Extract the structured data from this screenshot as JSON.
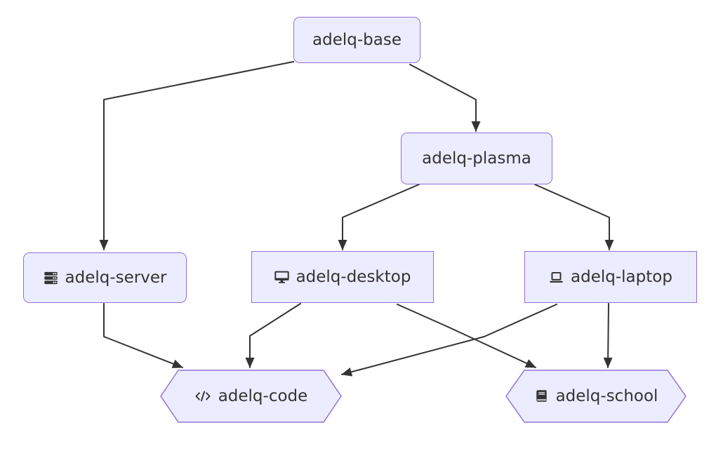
{
  "diagram": {
    "type": "flowchart",
    "direction": "top-down",
    "colors": {
      "background": "#ffffff",
      "node_fill": "#ECECFF",
      "node_border": "#9370DB",
      "edge": "#333333",
      "text": "#333333"
    },
    "nodes": [
      {
        "id": "base",
        "label": "adelq-base",
        "shape": "rounded-rect",
        "icon": null
      },
      {
        "id": "plasma",
        "label": "adelq-plasma",
        "shape": "rounded-rect",
        "icon": null
      },
      {
        "id": "server",
        "label": "adelq-server",
        "shape": "rounded-rect",
        "icon": "server-icon"
      },
      {
        "id": "desktop",
        "label": "adelq-desktop",
        "shape": "rect",
        "icon": "desktop-icon"
      },
      {
        "id": "laptop",
        "label": "adelq-laptop",
        "shape": "rect",
        "icon": "laptop-icon"
      },
      {
        "id": "code",
        "label": "adelq-code",
        "shape": "hexagon",
        "icon": "code-icon"
      },
      {
        "id": "school",
        "label": "adelq-school",
        "shape": "hexagon",
        "icon": "book-icon"
      }
    ],
    "edges": [
      {
        "from": "adelq-base",
        "to": "adelq-server"
      },
      {
        "from": "adelq-base",
        "to": "adelq-plasma"
      },
      {
        "from": "adelq-plasma",
        "to": "adelq-desktop"
      },
      {
        "from": "adelq-plasma",
        "to": "adelq-laptop"
      },
      {
        "from": "adelq-server",
        "to": "adelq-code"
      },
      {
        "from": "adelq-desktop",
        "to": "adelq-code"
      },
      {
        "from": "adelq-desktop",
        "to": "adelq-school"
      },
      {
        "from": "adelq-laptop",
        "to": "adelq-code"
      },
      {
        "from": "adelq-laptop",
        "to": "adelq-school"
      }
    ]
  }
}
